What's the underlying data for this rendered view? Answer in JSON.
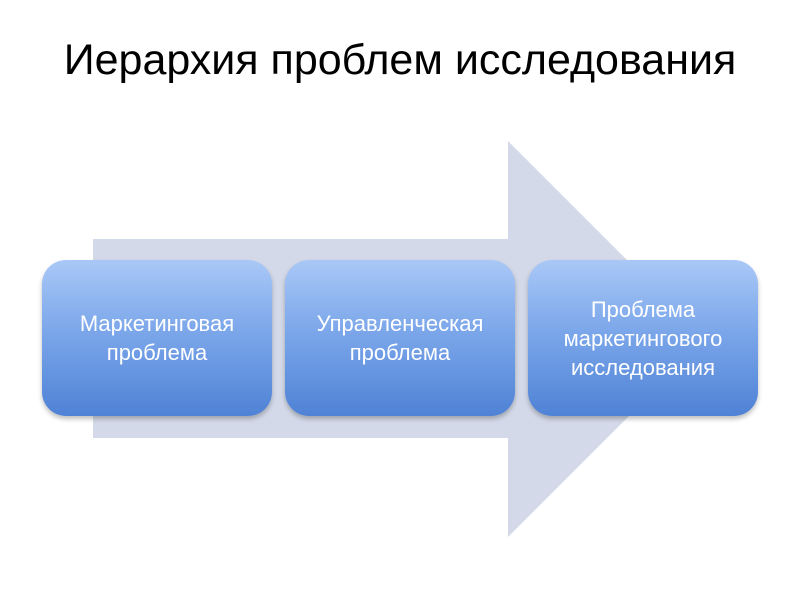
{
  "title": "Иерархия проблем исследования",
  "colors": {
    "arrow_fill": "#d3d9e8",
    "box_top": "#a9c8f7",
    "box_bottom": "#4f82d6",
    "box_text": "#ffffff"
  },
  "steps": [
    {
      "label": "Маркетинговая\nпроблема"
    },
    {
      "label": "Управленческая\nпроблема"
    },
    {
      "label": "Проблема\nмаркетингового\nисследования"
    }
  ]
}
